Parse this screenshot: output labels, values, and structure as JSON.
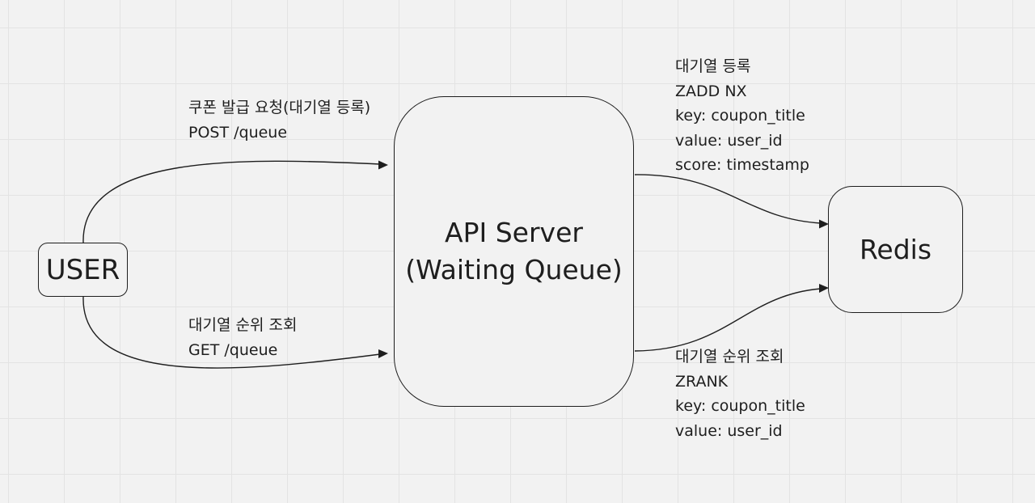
{
  "nodes": {
    "user": "USER",
    "api_server": [
      "API Server",
      "(Waiting Queue)"
    ],
    "redis": "Redis"
  },
  "edge_labels": {
    "user_to_api_post": [
      "쿠폰 발급 요청(대기열 등록)",
      "POST /queue"
    ],
    "user_to_api_get": [
      "대기열 순위 조회",
      "GET /queue"
    ],
    "api_to_redis_zadd": [
      "대기열 등록",
      "ZADD NX",
      "key: coupon_title",
      "value: user_id",
      "score: timestamp"
    ],
    "api_to_redis_zrank": [
      "대기열 순위 조회",
      "ZRANK",
      "key: coupon_title",
      "value: user_id"
    ]
  },
  "colors": {
    "background": "#f2f2f2",
    "grid": "#e3e3e3",
    "stroke": "#1e1e1e",
    "text": "#1e1e1e"
  }
}
